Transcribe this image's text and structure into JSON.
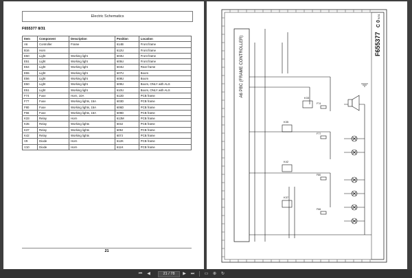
{
  "viewer": {
    "page_indicator": "21 / 78",
    "toolbar_icons": [
      "first-page-icon",
      "prev-page-icon",
      "next-page-icon",
      "last-page-icon",
      "fit-page-icon",
      "zoom-icon",
      "rotate-icon"
    ]
  },
  "left_page": {
    "header": "Electric Schematics",
    "code": "F655377 8/31",
    "page_number": "21",
    "columns": [
      "Item",
      "Component",
      "Description",
      "Position",
      "Location"
    ],
    "rows": [
      [
        "A6",
        "Controller",
        "Frame",
        "614B",
        "Front frame"
      ],
      [
        "B16",
        "Horn",
        "",
        "612U",
        "Front frame"
      ],
      [
        "E50",
        "Light",
        "Working light",
        "603U",
        "Front frame"
      ],
      [
        "E51",
        "Light",
        "Working light",
        "605U",
        "Front frame"
      ],
      [
        "E54",
        "Light",
        "Working light",
        "604U",
        "Rear frame"
      ],
      [
        "E55",
        "Light",
        "Working light",
        "607U",
        "Boom"
      ],
      [
        "E56",
        "Light",
        "Working light",
        "608U",
        "Boom"
      ],
      [
        "E50",
        "Light",
        "Working light",
        "609U",
        "Boom, ONLY with ALS"
      ],
      [
        "E51",
        "Light",
        "Working light",
        "610U",
        "Boom, ONLY with ALS"
      ],
      [
        "F74",
        "Fuse",
        "Horn, 10A",
        "612D",
        "PCB frame"
      ],
      [
        "F77",
        "Fuse",
        "Working lights, 15A",
        "603D",
        "PCB frame"
      ],
      [
        "F80",
        "Fuse",
        "Working lights, 15A",
        "606D",
        "PCB frame"
      ],
      [
        "F66",
        "Fuse",
        "Working lights, 15A",
        "609D",
        "PCB frame"
      ],
      [
        "K33",
        "Relay",
        "Horn",
        "613M",
        "PCB frame"
      ],
      [
        "K35",
        "Relay",
        "Working lights",
        "603J",
        "PCB frame"
      ],
      [
        "K37",
        "Relay",
        "Working lights",
        "609J",
        "PCB frame"
      ],
      [
        "K42",
        "Relay",
        "Working lights",
        "607J",
        "PCB frame"
      ],
      [
        "V9",
        "Diode",
        "Horn",
        "612K",
        "PCB frame"
      ],
      [
        "V10",
        "Diode",
        "Horn",
        "611K",
        "PCB frame"
      ]
    ]
  },
  "right_page": {
    "drawing_number": "F655377",
    "revision": "C 0",
    "sheet": "6/31",
    "controller_label": "A6 PBC (FRAME CONTROLLER)",
    "relay_labels": [
      "K33",
      "K35",
      "K42",
      "K37"
    ],
    "fuse_labels": [
      "F74",
      "F77",
      "F80",
      "F66"
    ]
  }
}
